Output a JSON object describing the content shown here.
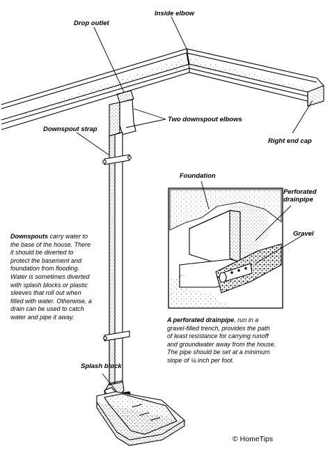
{
  "labels": {
    "drop_outlet": "Drop outlet",
    "inside_elbow": "Inside elbow",
    "two_downspout_elbows": "Two downspout elbows",
    "downspout_strap": "Downspout strap",
    "right_end_cap": "Right end cap",
    "foundation": "Foundation",
    "perforated_drainpipe": "Perforated\ndrainpipe",
    "gravel": "Gravel",
    "splash_block": "Splash block"
  },
  "downspouts_note": {
    "term": "Downspouts",
    "text": " carry water to\nthe base of the house. There\nit should be diverted to\nprotect the basement and\nfoundation from flooding.\nWater is sometimes diverted\nwith splash blocks or plastic\nsleeves that roll out when\nfilled with water. Otherwise, a\ndrain can be used to catch\nwater and pipe it away."
  },
  "drainpipe_note": {
    "term": "A perforated drainpipe",
    "text": ", run in a\ngravel-filled trench, provides the path\nof least resistance for carrying runoff\nand groundwater away from the house.\nThe pipe should be set at a minimum\nslope of ¼ inch per foot."
  },
  "copyright": "© HomeTips"
}
